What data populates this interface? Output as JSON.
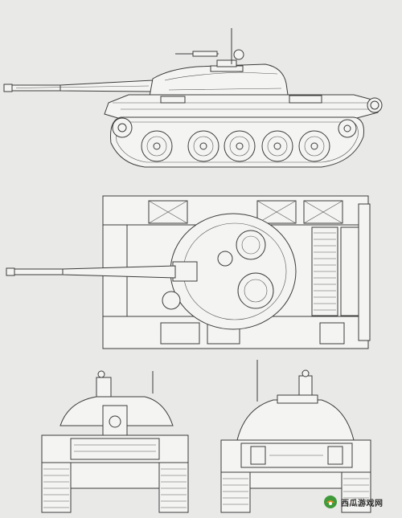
{
  "views": [
    {
      "id": "side",
      "name": "side-elevation"
    },
    {
      "id": "top",
      "name": "top-plan"
    },
    {
      "id": "front",
      "name": "front-elevation"
    },
    {
      "id": "rear",
      "name": "rear-elevation"
    }
  ],
  "colors": {
    "paper": "#e9e9e7",
    "ink": "#3c3c3c",
    "logo_green": "#3f9a3a",
    "logo_orange": "#e58a2a"
  },
  "watermark": {
    "text": "西瓜游戏网",
    "icon": "melon-logo-icon"
  }
}
